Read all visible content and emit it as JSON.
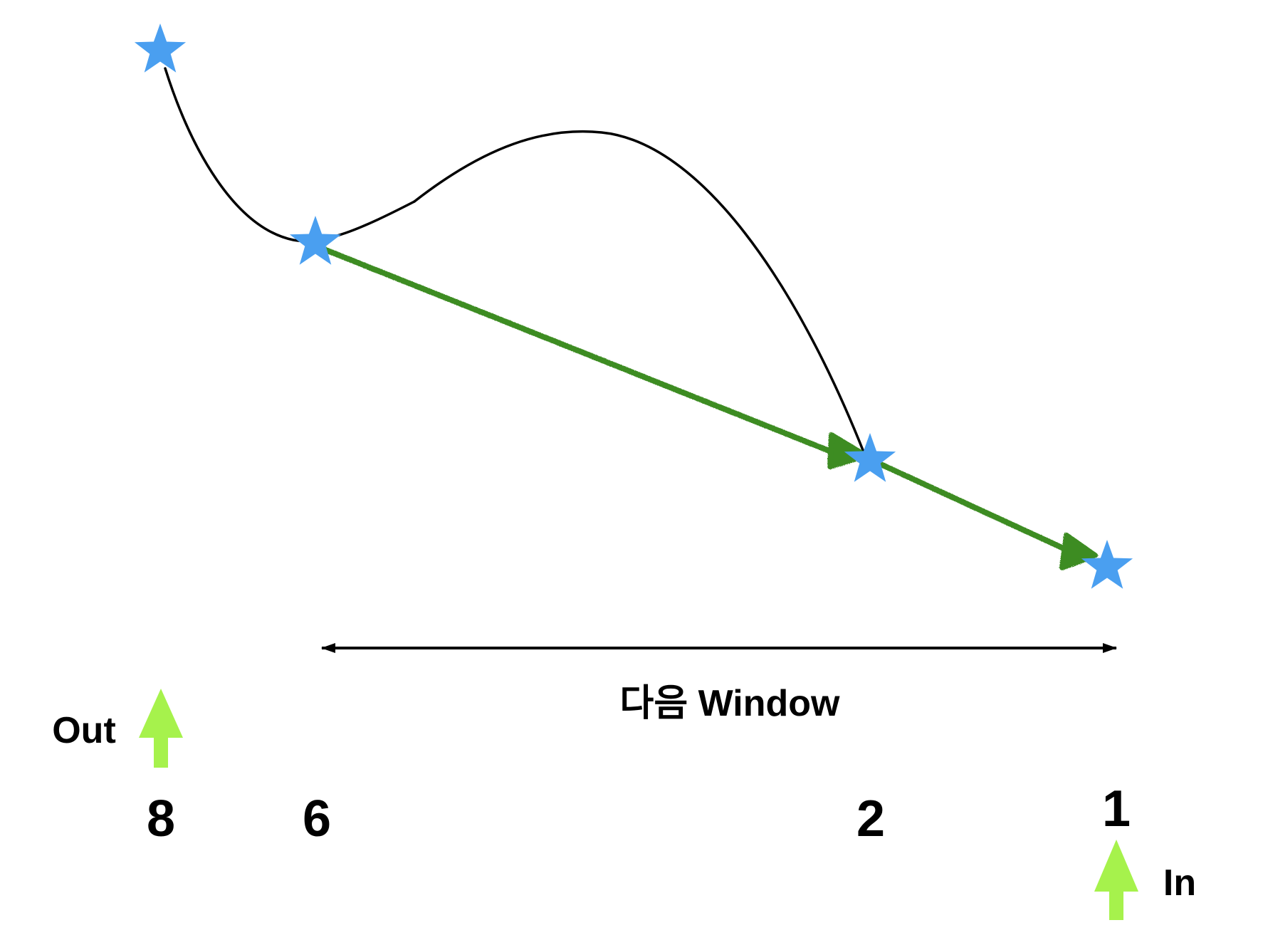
{
  "colors": {
    "star": "#4a9ff0",
    "curve": "#000000",
    "green_arrow": "#3c8c22",
    "io_arrow": "#a6f24c",
    "text": "#000000"
  },
  "points": [
    {
      "id": "8",
      "label": "8"
    },
    {
      "id": "6",
      "label": "6"
    },
    {
      "id": "2",
      "label": "2"
    },
    {
      "id": "1",
      "label": "1"
    }
  ],
  "window_label": "다음 Window",
  "out_label": "Out",
  "in_label": "In",
  "icons": {
    "point_marker": "star-icon",
    "io_marker": "up-arrow-icon"
  }
}
